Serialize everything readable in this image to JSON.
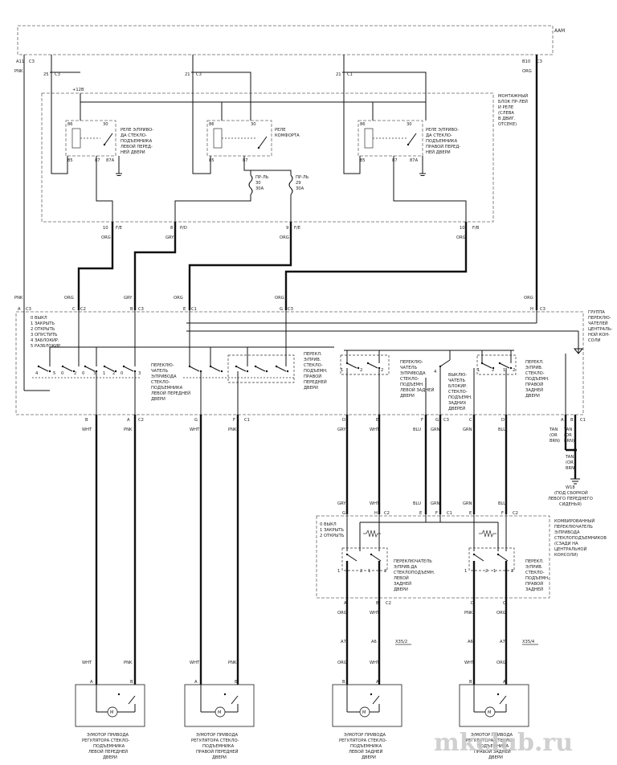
{
  "aam_label": "AAM",
  "plus12": "+12B",
  "fusebox": {
    "title_lines": [
      "МОНТАЖНЫЙ",
      "БЛОК ПР-ЛЕЙ",
      "И  РЕЛЕ",
      "(СЛЕВА",
      "В ДВИГ.",
      "ОТСЕКЕ)"
    ]
  },
  "relays": [
    {
      "lines": [
        "РЕЛЕ Э/ПРИВО-",
        "ДА СТЕКЛО-",
        "ПОДЪЕМНИКА",
        "ЛЕВОЙ ПЕРЕД-",
        "НЕЙ ДВЕРИ"
      ]
    },
    {
      "lines": [
        "РЕЛЕ",
        "КОМФОРТА"
      ]
    },
    {
      "lines": [
        "РЕЛЕ Э/ПРИВО-",
        "ДА СТЕКЛО-",
        "ПОДЪЕМНИКА",
        "ПРАВОЙ ПЕРЕД-",
        "НЕЙ ДВЕРИ"
      ]
    }
  ],
  "relay_pins": {
    "p86": "86",
    "p30": "30",
    "p85": "85",
    "p87": "87",
    "p87a": "87A"
  },
  "fuses": [
    {
      "lines": [
        "ПР-ЛЬ",
        "30",
        "30A"
      ]
    },
    {
      "lines": [
        "ПР-ЛЬ",
        "29",
        "30A"
      ]
    }
  ],
  "top_pins": {
    "a11": "A11",
    "c3": "C3",
    "b10": "B10",
    "pin25": "25",
    "pin21": "21",
    "c1": "C1",
    "n10a": "10",
    "n8": "8",
    "n9": "9",
    "n10b": "10",
    "fe": "F/E",
    "pd": "P/D",
    "fb": "F/B"
  },
  "wires_top": {
    "pnk": "PNK",
    "org": "ORG",
    "gry": "GRY"
  },
  "group": {
    "title_lines": [
      "ГРУППА",
      "ПЕРЕКЛЮ-",
      "ЧАТЕЛЕЙ",
      "ЦЕНТРАЛЬ-",
      "НОЙ КОН-",
      "СОЛИ"
    ],
    "legend": [
      "0 ВЫКЛ",
      "1 ЗАКРЫТЬ",
      "2 ОТКРЫТЬ",
      "3 ОПУСТИТЬ",
      "4 ЗАБЛОКИР.",
      "5 РАЗБЛОКИР."
    ],
    "sw1": [
      "ПЕРЕКЛЮ-",
      "ЧАТЕЛЬ",
      "Э/ПРИВОДА",
      "СТЕКЛО-",
      "ПОДЪЕМНИКА",
      "ЛЕВОЙ ПЕРЕДНЕЙ",
      "ДВЕРИ"
    ],
    "sw2": [
      "ПЕРЕКЛ.",
      "Э/ПРИВ.",
      "СТЕКЛО-",
      "ПОДЪЕМН.",
      "ПРАВОЙ",
      "ПЕРЕДНЕЙ",
      "ДВЕРИ"
    ],
    "sw3": [
      "ПЕРЕКЛЮ-",
      "ЧАТЕЛЬ",
      "Э/ПРИВОДА",
      "СТЕКЛО-",
      "ПОДЪЕМН.",
      "ЛЕВОЙ ЗАДНЕЙ",
      "ДВЕРИ"
    ],
    "sw4": [
      "ВЫКЛЮ-",
      "ЧАТЕЛЬ",
      "БЛОКИР.",
      "СТЕКЛО-",
      "ПОДЪЕМН.",
      "ЗАДНИХ",
      "ДВЕРЕЙ"
    ],
    "sw5": [
      "ПЕРЕКЛ.",
      "Э/ПРИВ.",
      "СТЕКЛО-",
      "ПОДЪЕМН.",
      "ПРАВОЙ",
      "ЗАДНЕЙ",
      "ДВЕРИ"
    ]
  },
  "wires_mid": {
    "wht": "WHT",
    "pnk": "PNK",
    "gry": "GRY",
    "blu": "BLU",
    "grn": "GRN",
    "tan": "TAN",
    "orbrn": "(OR",
    "brn": "BRN)"
  },
  "ground": {
    "lines": [
      "W18",
      "(ПОД СБОРКОЙ",
      "ЛЕВОГО ПЕРЕДНЕГО",
      "СИДЕНЬЯ)"
    ]
  },
  "combo": {
    "title_lines": [
      "КОМБИРОВАННЫЙ",
      "ПЕРЕКЛЮЧАТЕЛЬ",
      "Э/ПРИВОДА",
      "СТЕКЛОПОДЪЕМНИКОВ",
      "(СЗАДИ НА",
      "ЦЕНТРАЛЬНОЙ",
      "КОНСОЛИ)"
    ],
    "legend": [
      "0 ВЫКЛ",
      "1 ЗАКРЫТЬ",
      "2 ОТКРЫТЬ"
    ],
    "sw_left": [
      "ПЕРЕКЛЮЧАТЕЛЬ",
      "Э/ПРИВ.ДА",
      "СТЕКЛОПОДЪЕМН.",
      "ЛЕВОЙ",
      "ЗАДНЕЙ",
      "ДВЕРИ"
    ],
    "sw_right": [
      "ПЕРЕКЛ.",
      "Э/ПРИВ.",
      "СТЕКЛО-",
      "ПОДЪЕМН.",
      "ПРАВОЙ",
      "ЗАДНЕЙ",
      "ДВЕРИ"
    ]
  },
  "conn": {
    "x352": "X35/2",
    "x354": "X35/4",
    "a7": "A7",
    "a6": "A6",
    "c1": "C1",
    "c2": "C2",
    "c3": "C3"
  },
  "pin_letters": {
    "a": "A",
    "b": "B",
    "c": "C",
    "d": "D",
    "e": "E",
    "f": "F",
    "g": "G",
    "h": "H"
  },
  "motors": [
    {
      "lines": [
        "Э/МОТОР ПРИВОДА",
        "РЕГУЛЯТОРА СТЕКЛО-",
        "ПОДЪЕМНИКА",
        "ЛЕВОЙ ПЕРЕДНЕЙ",
        "ДВЕРИ"
      ]
    },
    {
      "lines": [
        "Э/МОТОР ПРИВОДА",
        "РЕГУЛЯТОРА СТЕКЛО-",
        "ПОДЪЕМНИКА",
        "ПРАВОЙ ПЕРЕДНЕЙ",
        "ДВЕРИ"
      ]
    },
    {
      "lines": [
        "Э/МОТОР ПРИВОДА",
        "РЕГУЛЯТОРА СТЕКЛО-",
        "ПОДЪЕМНИКА",
        "ЛЕВОЙ ЗАДНЕЙ",
        "ДВЕРИ"
      ]
    },
    {
      "lines": [
        "Э/МОТОР ПРИВОДА",
        "РЕГУЛЯТОРА СТЕКЛО-",
        "ПОДЪЕМНИКА",
        "ПРАВОЙ ЗАДНЕЙ",
        "ДВЕРИ"
      ]
    }
  ],
  "motor_symbol": "M",
  "watermark": "mkclub.ru"
}
